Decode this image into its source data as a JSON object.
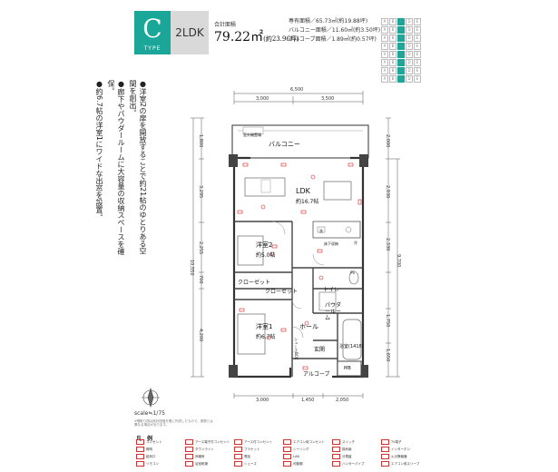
{
  "type_badge": {
    "letter": "C",
    "word": "TYPE"
  },
  "plan_name": "2LDK",
  "total_area": {
    "label": "合計面積",
    "value": "79.22㎡",
    "tsubo": "(約23.96坪)"
  },
  "areas": [
    {
      "text": "専有面積／65.73㎡(約19.88坪)"
    },
    {
      "text": "バルコニー面積／11.60㎡(約3.50坪)"
    },
    {
      "text": "アルコーブ面積／1.89㎡(約0.57坪)"
    }
  ],
  "building_grid": {
    "columns": [
      "A",
      "B",
      "C",
      "D",
      "E"
    ],
    "rows": [
      {
        "on": [
          2
        ]
      },
      {
        "on": [
          2
        ]
      },
      {
        "on": [
          2
        ]
      },
      {
        "on": [
          2
        ]
      },
      {
        "on": [
          2
        ]
      },
      {
        "on": [
          2
        ]
      },
      {
        "on": [
          2
        ]
      },
      {
        "on": [
          2
        ]
      }
    ]
  },
  "description": [
    "●洋室2の扉を開放することで約21帖のゆとりある空間を創出。",
    "●廊下やパウダールームに大容量の収納スペースを確保。",
    "●約6.7帖の洋室1にワイドな出窓を設置。"
  ],
  "rooms": {
    "balcony": "バルコニー",
    "outdoor_unit": "室外機置場",
    "ldk": "LDK",
    "ldk_size": "約16.7帖",
    "western2": "洋室2",
    "western2_size": "約5.0帖",
    "western1": "洋室1",
    "western1_size": "約6.7帖",
    "closet_a": "クローゼット",
    "closet_b": "クローゼット",
    "toilet": "トイレ",
    "powder": "パウダールーム",
    "bath": "浴室(1418)",
    "hall": "ホール",
    "entrance": "玄関",
    "alcove": "アルコーブ",
    "mb": "MB",
    "ps": "PS",
    "wash": "洗",
    "fridge": "冷",
    "shoe": "シューズBOX",
    "ceiling_storage": "床下収納"
  },
  "dimensions": {
    "top_total": "6,500",
    "top_left": "3,000",
    "top_right": "3,500",
    "bottom_a": "3,000",
    "bottom_b": "1,450",
    "bottom_c": "2,050",
    "left_1": "1,800",
    "left_2": "3,295",
    "left_3": "2,255",
    "left_4": "700",
    "left_5": "4,200",
    "left_total": "10,550",
    "right_1": "2,000",
    "right_2": "2,930",
    "right_3": "2,330",
    "right_total": "9,700",
    "right_4": "1,750",
    "right_5": "1,650"
  },
  "scale": "scale≒1/75",
  "note": "※間取り図は設計図面を基に作成したもので、実際とは異なる場合があります。",
  "legend": {
    "title": "凡　例",
    "items": [
      "コンセント",
      "アース端子付コンセント",
      "アース付コンセント",
      "エアコン用コンセント",
      "スイッチ",
      "TV端子",
      "照明",
      "ダウンライト",
      "ブラケット",
      "シーリング",
      "換気扇",
      "インターホン",
      "給気口",
      "床暖房",
      "電話",
      "LAN",
      "分電盤",
      "火災警報器",
      "リモコン",
      "浴室乾燥",
      "シューズ",
      "可動棚",
      "ハンガーパイプ",
      "エアコン用スリーブ"
    ]
  },
  "colors": {
    "accent": "#1aa79a",
    "tile_gray": "#d9d9d9",
    "wall": "#555555",
    "outlet": "#cc2222"
  }
}
